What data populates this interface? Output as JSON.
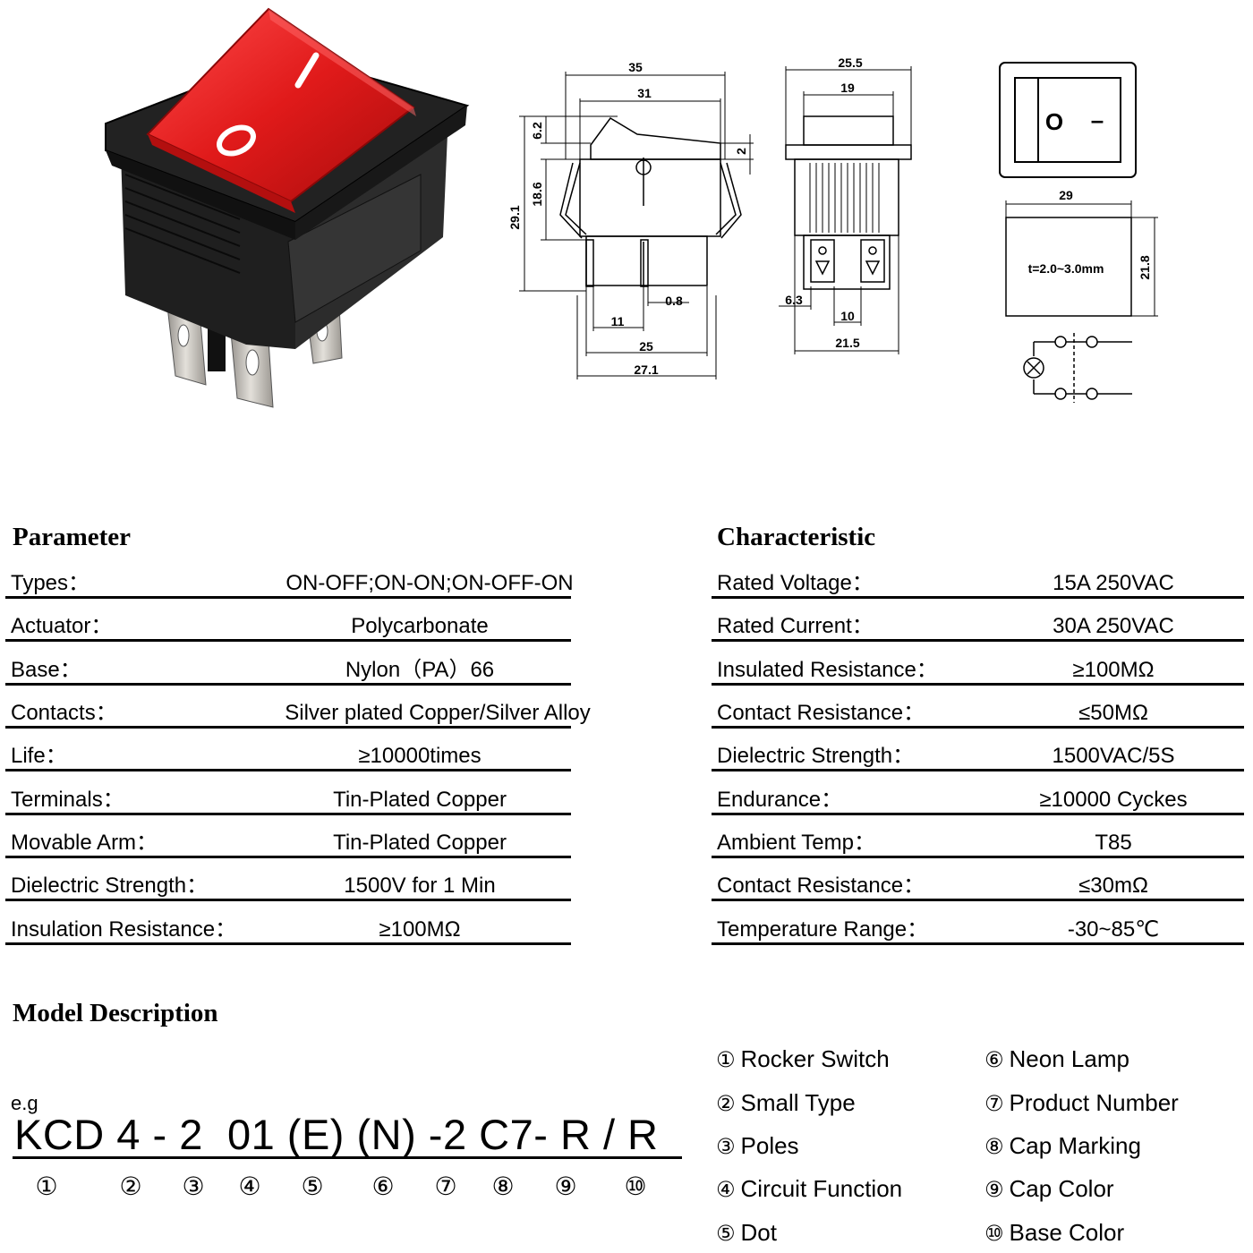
{
  "drawing": {
    "front_dims": {
      "d35": "35",
      "d31": "31",
      "d6_2": "6.2",
      "d2": "2",
      "d29_1": "29.1",
      "d18_6": "18.6",
      "d0_8": "0.8",
      "d11": "11",
      "d25": "25",
      "d27_1": "27.1"
    },
    "side_dims": {
      "d25_5": "25.5",
      "d19": "19",
      "d6_3": "6.3",
      "d10": "10",
      "d21_5": "21.5"
    },
    "panel_dims": {
      "d29": "29",
      "d21_8": "21.8",
      "thickness": "t=2.0~3.0mm"
    },
    "rocker_marks": {
      "on": "I",
      "off": "O"
    },
    "top_view_marks": {
      "off": "O",
      "on": "–"
    }
  },
  "parameter": {
    "title": "Parameter",
    "rows": [
      {
        "label": "Types：",
        "value": "ON-OFF;ON-ON;ON-OFF-ON"
      },
      {
        "label": "Actuator：",
        "value": "Polycarbonate"
      },
      {
        "label": "Base：",
        "value": "Nylon（PA）66"
      },
      {
        "label": "Contacts：",
        "value": "Silver plated Copper/Silver Alloy"
      },
      {
        "label": "Life：",
        "value": "≥10000times"
      },
      {
        "label": "Terminals：",
        "value": "Tin-Plated Copper"
      },
      {
        "label": "Movable Arm：",
        "value": "Tin-Plated Copper"
      },
      {
        "label": "Dielectric Strength：",
        "value": "1500V for 1 Min"
      },
      {
        "label": "Insulation Resistance：",
        "value": "≥100MΩ"
      }
    ]
  },
  "characteristic": {
    "title": "Characteristic",
    "rows": [
      {
        "label": "Rated Voltage：",
        "value": "15A 250VAC"
      },
      {
        "label": "Rated Current：",
        "value": "30A 250VAC"
      },
      {
        "label": "Insulated Resistance：",
        "value": "≥100MΩ"
      },
      {
        "label": "Contact Resistance：",
        "value": "≤50MΩ"
      },
      {
        "label": "Dielectric Strength：",
        "value": "1500VAC/5S"
      },
      {
        "label": "Endurance：",
        "value": "≥10000 Cyckes"
      },
      {
        "label": "Ambient Temp：",
        "value": "T85"
      },
      {
        "label": "Contact Resistance：",
        "value": "≤30mΩ"
      },
      {
        "label": "Temperature Range：",
        "value": "-30~85℃"
      }
    ]
  },
  "model": {
    "title": "Model Description",
    "eg_label": "e.g",
    "code": "KCD 4 - 2  01 (E) (N) -2 C7- R / R",
    "numbers": [
      "①",
      "②",
      "③",
      "④",
      "⑤",
      "⑥",
      "⑦",
      "⑧",
      "⑨",
      "⑩"
    ],
    "legend": [
      {
        "num": "①",
        "text": "Rocker Switch"
      },
      {
        "num": "②",
        "text": "Small Type"
      },
      {
        "num": "③",
        "text": "Poles"
      },
      {
        "num": "④",
        "text": "Circuit Function"
      },
      {
        "num": "⑤",
        "text": "Dot"
      },
      {
        "num": "⑥",
        "text": "Neon Lamp"
      },
      {
        "num": "⑦",
        "text": "Product Number"
      },
      {
        "num": "⑧",
        "text": "Cap Marking"
      },
      {
        "num": "⑨",
        "text": "Cap Color"
      },
      {
        "num": "⑩",
        "text": "Base Color"
      }
    ]
  },
  "colors": {
    "rocker": "#e01a1a",
    "housing": "#1c1c1c",
    "terminal": "#c9c6c0"
  }
}
